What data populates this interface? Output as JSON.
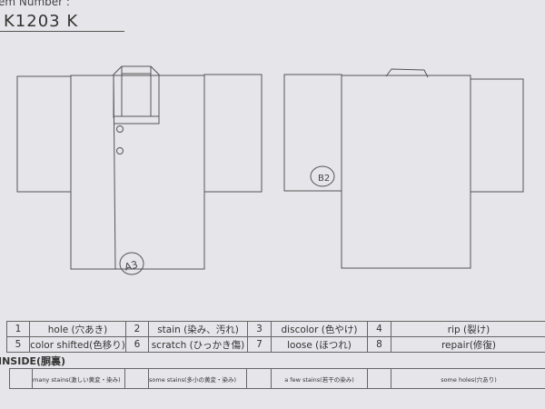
{
  "header": {
    "label": "em Number :",
    "item_number": "K1203   K"
  },
  "marks": {
    "front": "A3",
    "back": "B2"
  },
  "legend": [
    {
      "num": "1",
      "label": "hole (穴あき)"
    },
    {
      "num": "2",
      "label": "stain (染み、汚れ)"
    },
    {
      "num": "3",
      "label": "discolor (色やけ)"
    },
    {
      "num": "4",
      "label": "rip (裂け)"
    },
    {
      "num": "5",
      "label": "color shifted(色移り)"
    },
    {
      "num": "6",
      "label": "scratch (ひっかき傷)"
    },
    {
      "num": "7",
      "label": "loose (ほつれ)"
    },
    {
      "num": "8",
      "label": "repair(修復)"
    }
  ],
  "inside": {
    "title": "INSIDE(胴裏)",
    "options": [
      "many stains(激しい黄変・染み)",
      "some stains(多小の黄変・染み)",
      "a few stains(若干の染み)",
      "some holes(穴あり)"
    ]
  }
}
